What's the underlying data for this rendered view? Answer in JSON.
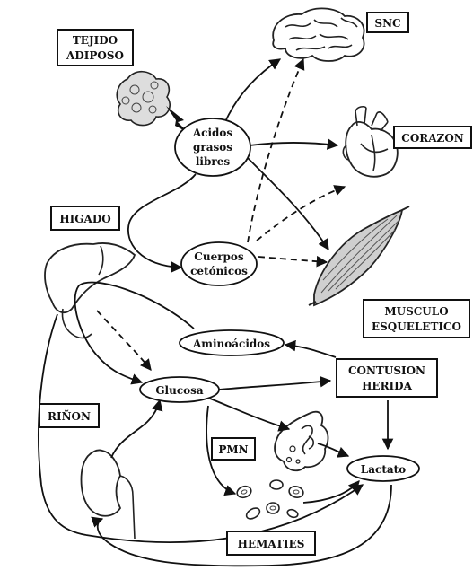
{
  "labels": {
    "tejido_adiposo": [
      "TEJIDO",
      "ADIPOSO"
    ],
    "snc": "SNC",
    "acidos_grasos": [
      "Acidos",
      "grasos",
      "libres"
    ],
    "corazon": "CORAZON",
    "higado": "HIGADO",
    "cuerpos_cetonicos": [
      "Cuerpos",
      "cetónicos"
    ],
    "musculo": [
      "MUSCULO",
      "ESQUELETICO"
    ],
    "aminoacidos": "Aminoácidos",
    "contusion": [
      "CONTUSION",
      "HERIDA"
    ],
    "glucosa": "Glucosa",
    "rinon": "RIÑON",
    "pmn": "PMN",
    "lactato": "Lactato",
    "hematies": "HEMATIES"
  },
  "icons": [
    "fat-tissue-icon",
    "brain-icon",
    "heart-icon",
    "muscle-icon",
    "liver-icon",
    "kidney-icon",
    "pmn-cell-icon",
    "red-blood-cells-icon"
  ]
}
